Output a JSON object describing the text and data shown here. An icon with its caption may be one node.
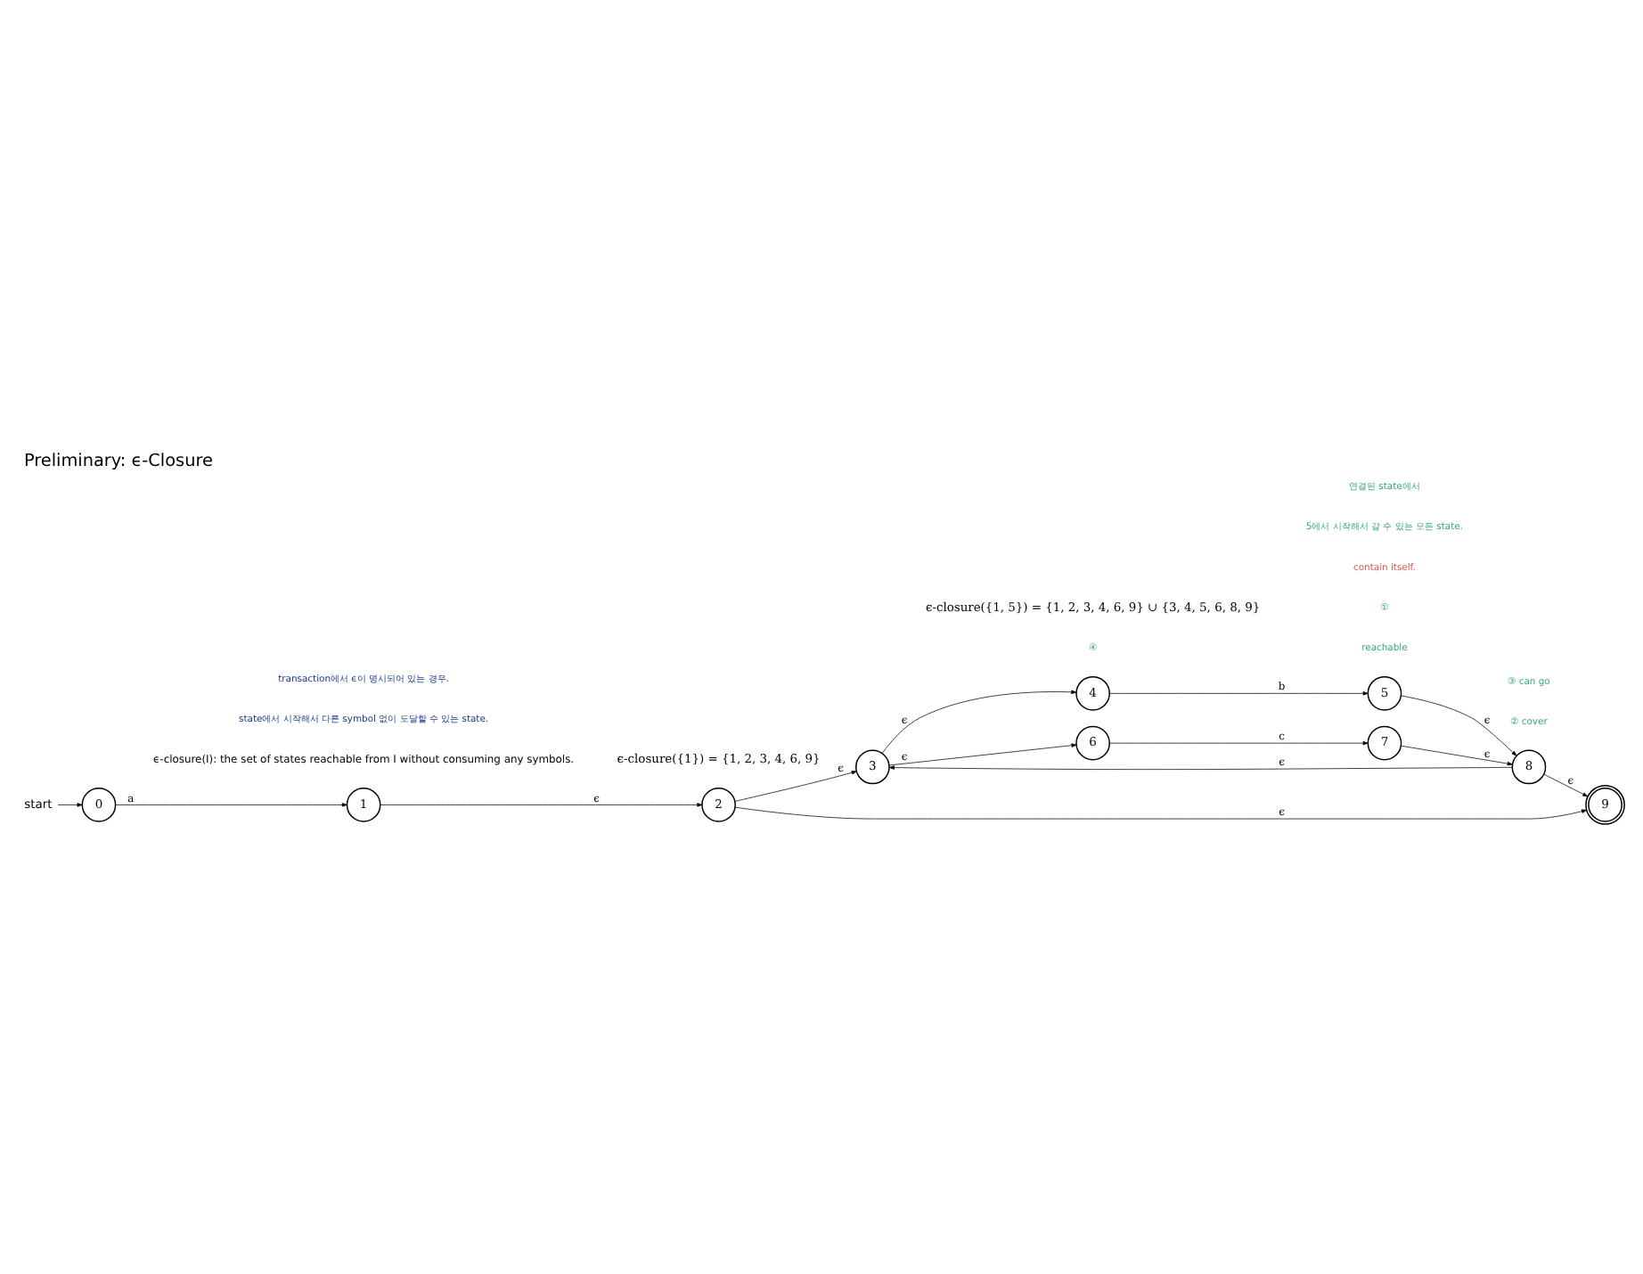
{
  "diagram": {
    "title": "Preliminary: ϵ-Closure",
    "nodes": [
      {
        "text": [
          "start"
        ]
      },
      {
        "text": [
          "0"
        ]
      },
      {
        "text": [
          "1"
        ]
      },
      {
        "text": [
          "2"
        ]
      },
      {
        "text": [
          "3"
        ]
      },
      {
        "text": [
          "4"
        ]
      },
      {
        "text": [
          "5"
        ]
      },
      {
        "text": [
          "6"
        ]
      },
      {
        "text": [
          "7"
        ]
      },
      {
        "text": [
          "8"
        ]
      },
      {
        "text": [
          "9"
        ]
      }
    ],
    "edges": [
      {
        "from": 0,
        "to": 1,
        "arrow": "to"
      },
      {
        "from": 1,
        "to": 2,
        "arrow": "to",
        "label": "a"
      },
      {
        "from": 2,
        "to": 3,
        "arrow": "to",
        "label": "ϵ"
      },
      {
        "from": 3,
        "to": 4,
        "arrow": "to",
        "label": "ϵ"
      },
      {
        "from": 4,
        "to": 5,
        "arrow": "to",
        "label": "ϵ"
      },
      {
        "from": 5,
        "to": 6,
        "arrow": "to",
        "label": "b"
      },
      {
        "from": 6,
        "to": 9,
        "arrow": "to",
        "label": "ϵ"
      },
      {
        "from": 9,
        "to": 4,
        "arrow": "to",
        "label": "ϵ"
      },
      {
        "from": 4,
        "to": 7,
        "arrow": "to",
        "label": "ϵ"
      },
      {
        "from": 7,
        "to": 8,
        "arrow": "to",
        "label": "c"
      },
      {
        "from": 8,
        "to": 9,
        "arrow": "to",
        "label": "ϵ"
      },
      {
        "from": 9,
        "to": 10,
        "arrow": "to",
        "label": "ϵ"
      },
      {
        "from": 3,
        "to": 10,
        "arrow": "to",
        "label": "ϵ"
      }
    ],
    "labels": [
      "ϵ-closure(I): the set of states reachable from I without consuming any symbols.",
      "state에서 시작해서 다른 symbol 없이 도달할 수 있는 state.",
      "transaction에서 ϵ이 명시되어 있는 경우.",
      "④",
      "reachable",
      "①",
      "② cover",
      "③ can go",
      "ϵ-closure({1}) = {1, 2, 3, 4, 6, 9}",
      "ϵ-closure({1, 5}) = {1, 2, 3, 4, 6, 9} ∪ {3, 4, 5, 6, 8, 9}",
      "contain itself.",
      "5에서 시작해서 갈 수 있는 모든 state.",
      "연결된 state에서"
    ]
  }
}
